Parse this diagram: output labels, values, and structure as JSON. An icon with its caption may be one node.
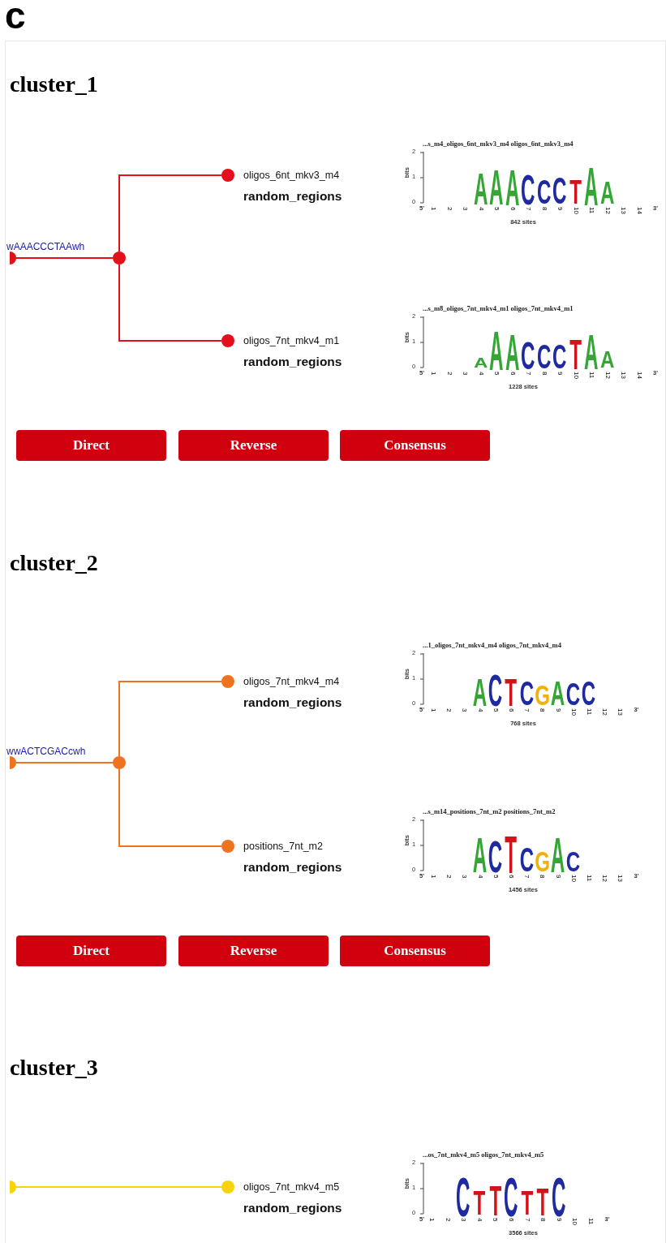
{
  "diagram": {
    "nodes": [
      {
        "text": [
          "cluster_1"
        ]
      },
      {
        "text": [],
        "shape": "circle",
        "in": 0
      },
      {
        "text": [],
        "shape": "circle",
        "in": 0
      },
      {
        "text": [],
        "shape": "circle",
        "beside": [
          "oligos_6nt_mkv3_m4",
          "random_regions"
        ],
        "in": 0
      },
      {
        "text": [
          "...s_m4_oligos_6nt_mkv3_m4 oligos_6nt_mkv3_m4",
          "AAACCCTAA",
          "bits",
          "2",
          "1",
          "0",
          "5'",
          "1",
          "2",
          "3",
          "4",
          "5",
          "6",
          "7",
          "8",
          "9",
          "10",
          "11",
          "12",
          "13",
          "14",
          "3'",
          "842 sites"
        ],
        "in": 0
      },
      {
        "text": [],
        "shape": "circle",
        "beside": [
          "oligos_7nt_mkv4_m1",
          "random_regions"
        ],
        "in": 0
      },
      {
        "text": [
          "...s_m8_oligos_7nt_mkv4_m1 oligos_7nt_mkv4_m1",
          "AAACCCTAA",
          "bits",
          "2",
          "1",
          "0",
          "5'",
          "1",
          "2",
          "3",
          "4",
          "5",
          "6",
          "7",
          "8",
          "9",
          "10",
          "11",
          "12",
          "13",
          "14",
          "3'",
          "1228 sites"
        ],
        "in": 0
      },
      {
        "text": [
          "Direct"
        ],
        "in": 0
      },
      {
        "text": [
          "Reverse"
        ],
        "in": 0
      },
      {
        "text": [
          "Consensus"
        ],
        "in": 0
      },
      {
        "text": [
          "cluster_2"
        ]
      },
      {
        "text": [],
        "shape": "circle",
        "in": 10
      },
      {
        "text": [],
        "shape": "circle",
        "in": 10
      },
      {
        "text": [],
        "shape": "circle",
        "beside": [
          "oligos_7nt_mkv4_m4",
          "random_regions"
        ],
        "in": 10
      },
      {
        "text": [
          "...1_oligos_7nt_mkv4_m4 oligos_7nt_mkv4_m4",
          "ACTCGACC",
          "bits",
          "2",
          "1",
          "0",
          "5'",
          "1",
          "2",
          "3",
          "4",
          "5",
          "6",
          "7",
          "8",
          "9",
          "10",
          "11",
          "12",
          "13",
          "3'",
          "768 sites"
        ],
        "in": 10
      },
      {
        "text": [],
        "shape": "circle",
        "beside": [
          "positions_7nt_m2",
          "random_regions"
        ],
        "in": 10
      },
      {
        "text": [
          "...s_m14_positions_7nt_m2 positions_7nt_m2",
          "ACTCGAC",
          "bits",
          "2",
          "1",
          "0",
          "5'",
          "1",
          "2",
          "3",
          "4",
          "5",
          "6",
          "7",
          "8",
          "9",
          "10",
          "11",
          "12",
          "13",
          "3'",
          "1456 sites"
        ],
        "in": 10
      },
      {
        "text": [
          "Direct"
        ],
        "in": 10
      },
      {
        "text": [
          "Reverse"
        ],
        "in": 10
      },
      {
        "text": [
          "Consensus"
        ],
        "in": 10
      },
      {
        "text": [
          "cluster_3"
        ]
      },
      {
        "text": [],
        "shape": "circle",
        "in": 20
      },
      {
        "text": [],
        "shape": "circle",
        "beside": [
          "oligos_7nt_mkv4_m5",
          "random_regions"
        ],
        "in": 20
      },
      {
        "text": [
          "...os_7nt_mkv4_m5 oligos_7nt_mkv4_m5",
          "CTTCTTC",
          "bits",
          "2",
          "1",
          "0",
          "5'",
          "1",
          "2",
          "3",
          "4",
          "5",
          "6",
          "7",
          "8",
          "9",
          "10",
          "11",
          "3'",
          "3566 sites"
        ],
        "in": 20
      }
    ],
    "edges": [
      {
        "from": 1,
        "to": 2,
        "arrow": "none",
        "label": "wAAACCCTAAwh",
        "color": "#e3101b"
      },
      {
        "from": 2,
        "to": 3,
        "arrow": "none",
        "color": "#e3101b"
      },
      {
        "from": 2,
        "to": 5,
        "arrow": "none",
        "color": "#e3101b"
      },
      {
        "from": 11,
        "to": 12,
        "arrow": "none",
        "label": "wwACTCGACcwh",
        "color": "#ee7321"
      },
      {
        "from": 12,
        "to": 13,
        "arrow": "none",
        "color": "#ee7321"
      },
      {
        "from": 12,
        "to": 15,
        "arrow": "none",
        "color": "#ee7321"
      },
      {
        "from": 21,
        "to": 22,
        "arrow": "none",
        "color": "#f9d30a"
      }
    ],
    "labels": [
      "c"
    ]
  }
}
